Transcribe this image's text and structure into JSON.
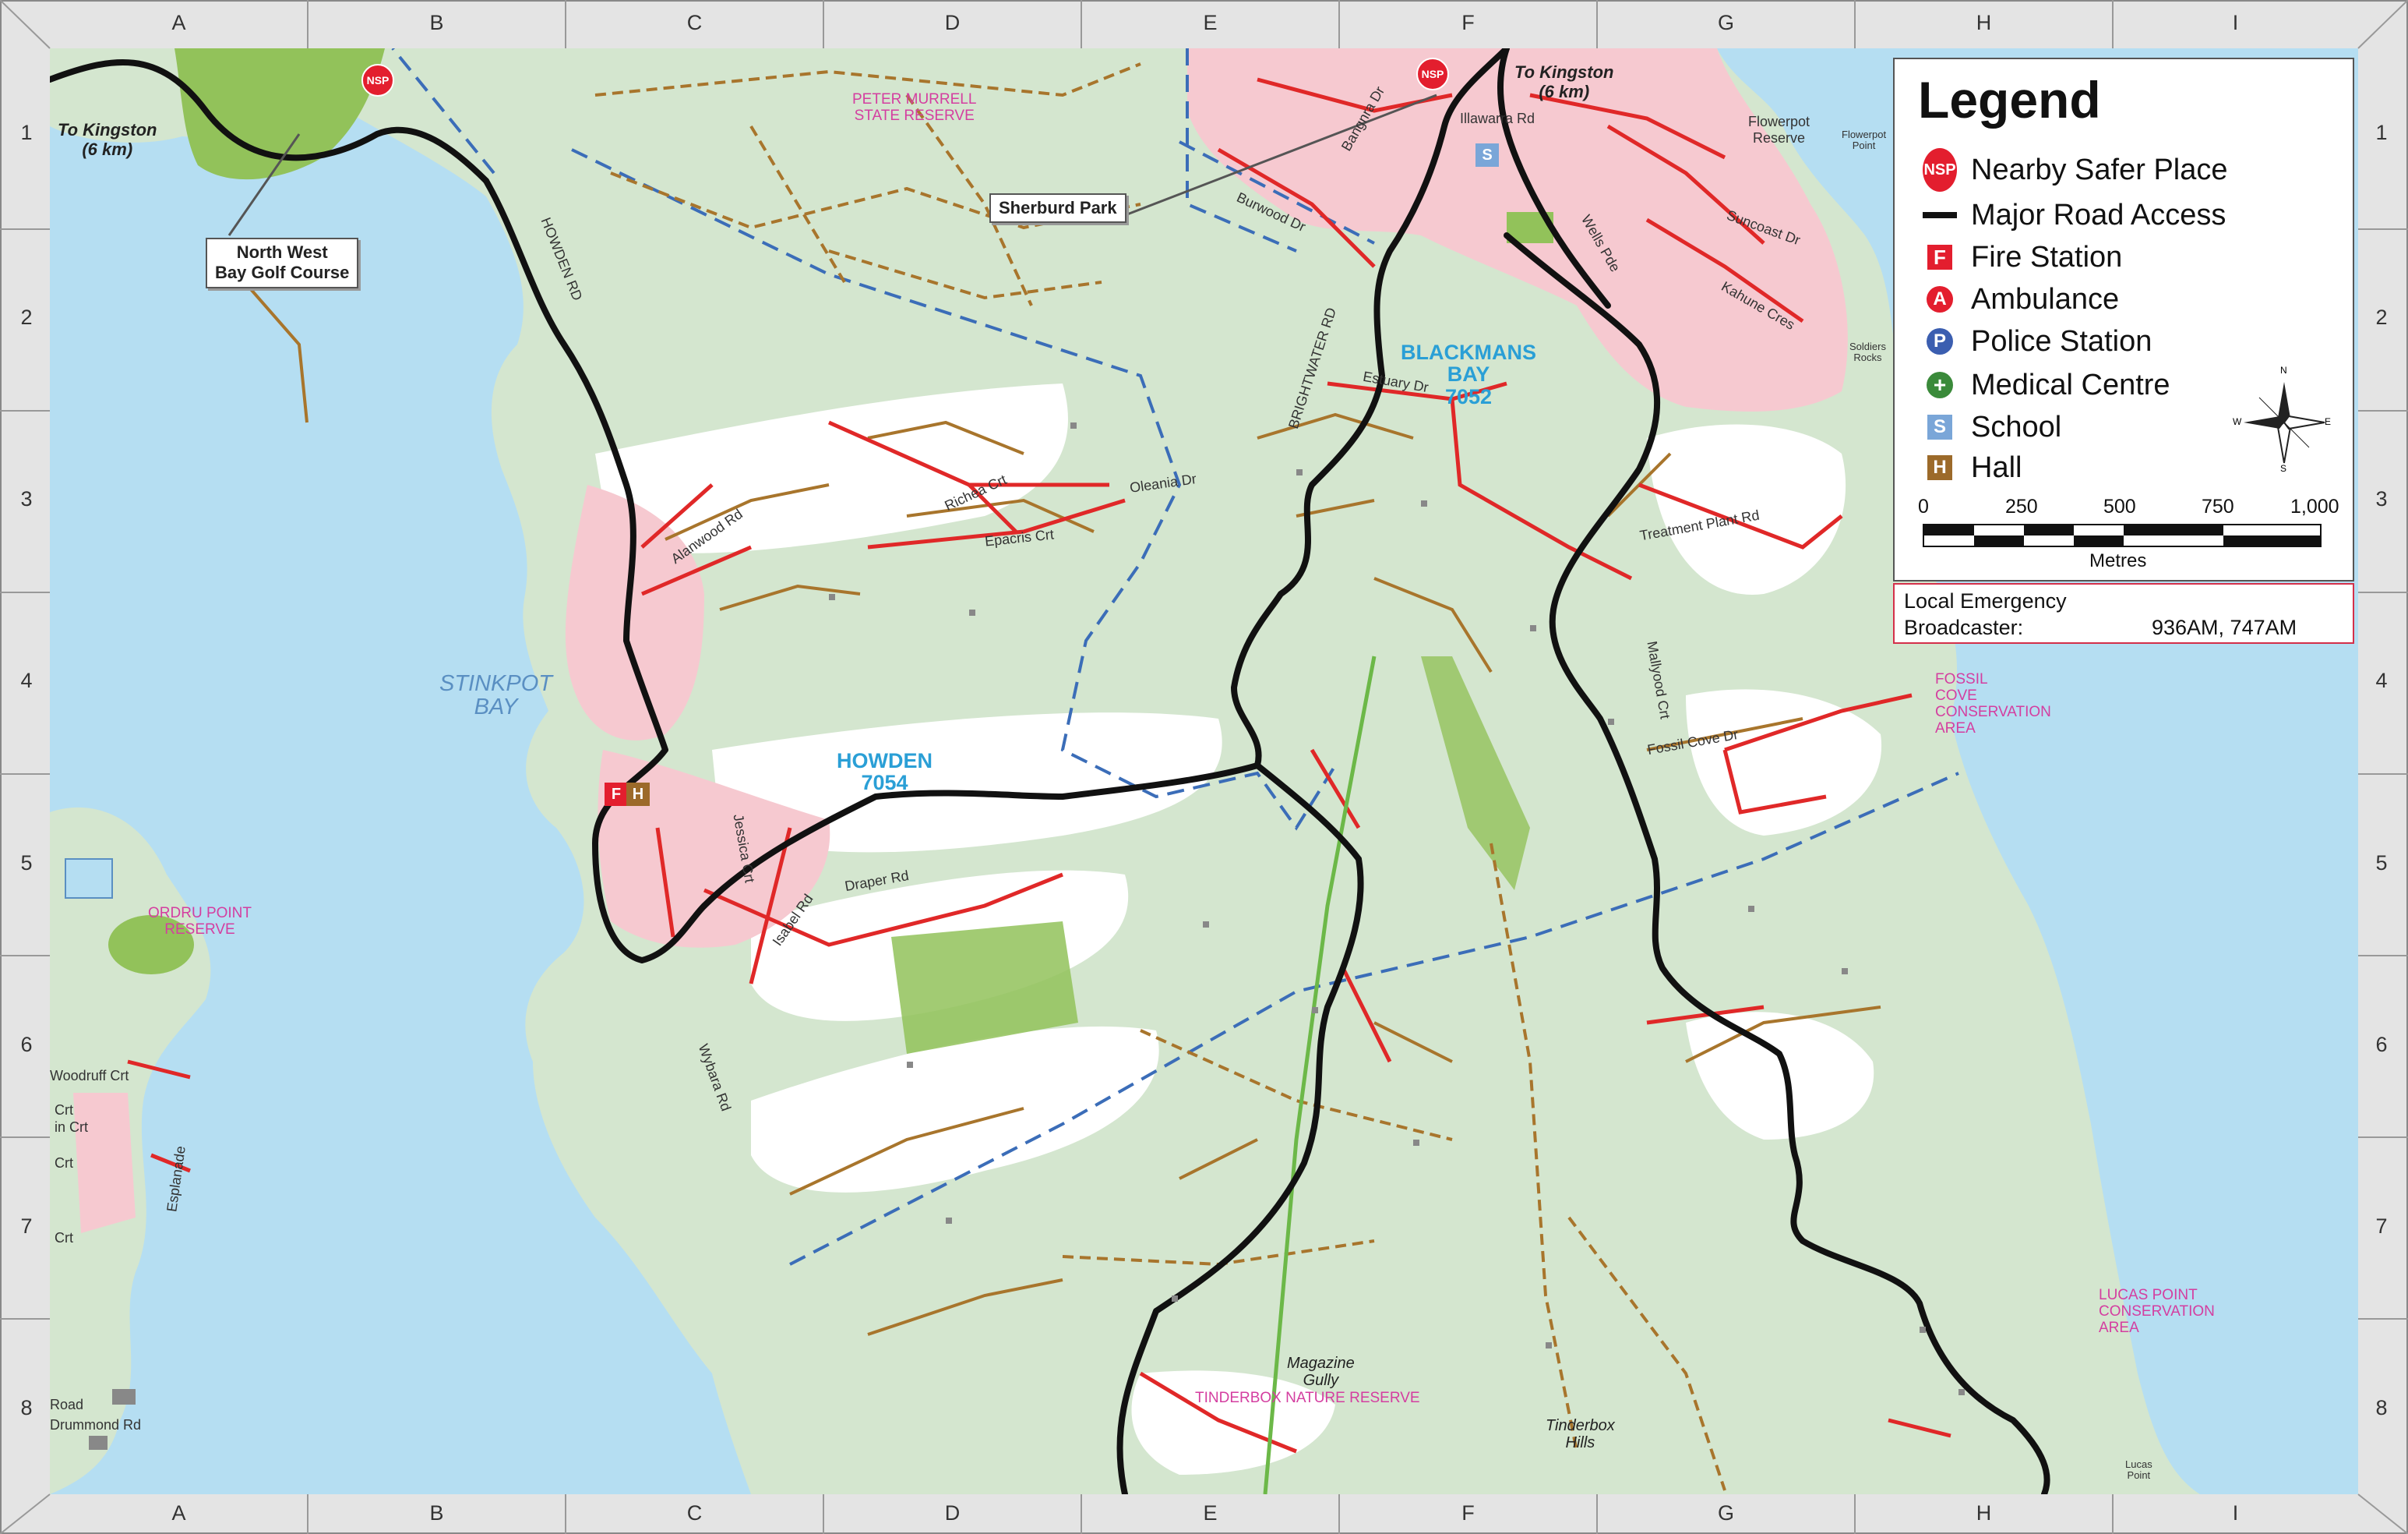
{
  "map": {
    "grid_cols": [
      "A",
      "B",
      "C",
      "D",
      "E",
      "F",
      "G",
      "H",
      "I"
    ],
    "grid_rows": [
      "1",
      "2",
      "3",
      "4",
      "5",
      "6",
      "7",
      "8"
    ],
    "localities": [
      {
        "name": "HOWDEN",
        "code": "7054"
      },
      {
        "name": "BLACKMANS",
        "name2": "BAY",
        "code": "7052"
      }
    ],
    "bay_label": {
      "line1": "STINKPOT",
      "line2": "BAY"
    },
    "reserves": [
      {
        "line1": "PETER MURRELL",
        "line2": "STATE RESERVE"
      },
      {
        "line1": "FOSSIL",
        "line2": "COVE",
        "line3": "CONSERVATION",
        "line4": "AREA"
      },
      {
        "line1": "LUCAS POINT",
        "line2": "CONSERVATION",
        "line3": "AREA"
      },
      {
        "line1": "TINDERBOX NATURE RESERVE"
      },
      {
        "line1": "ORDRU POINT",
        "line2": "RESERVE"
      }
    ],
    "roads": [
      "HOWDEN RD",
      "BRIGHTWATER RD",
      "Alanwood Rd",
      "Richea Crt",
      "Oleania Dr",
      "Epacris Crt",
      "Estuary Dr",
      "Treatment Plant Rd",
      "Mallyood Crt",
      "Fossil Cove Dr",
      "Draper Rd",
      "Isabel Rd",
      "Jessica Crt",
      "Wybara Rd",
      "Burwood Dr",
      "Bangnra Dr",
      "Illawarra Rd",
      "Wells Pde",
      "Suncoast Dr",
      "Kahune Cres",
      "Esplanade",
      "Crt",
      "Crt",
      "Crt",
      "in Crt",
      "Road",
      "Drummond Rd",
      "Woodruff Crt"
    ],
    "places": [
      {
        "line1": "Magazine",
        "line2": "Gully"
      },
      {
        "line1": "Tinderbox",
        "line2": "Hills"
      },
      {
        "line1": "Flowerpot",
        "line2": "Reserve"
      },
      {
        "line1": "Flowerpot",
        "line2": "Point"
      },
      {
        "line1": "Soldiers",
        "line2": "Rocks"
      },
      {
        "line1": "Lucas",
        "line2": "Point"
      }
    ],
    "kingston": {
      "line1": "To Kingston",
      "line2": "(6 km)"
    },
    "callouts": {
      "golf": {
        "line1": "North West",
        "line2": "Bay Golf Course"
      },
      "park": "Sherburd Park"
    },
    "nsp_symbol": "NSP",
    "fire_symbol": "F",
    "hall_symbol": "H",
    "school_symbol": "S",
    "colors": {
      "water": "#b5def2",
      "land": "#d4e6cf",
      "cleared": "#ffffff",
      "urban": "#f6c9d0",
      "park": "#92c25a",
      "major_road": "#111111",
      "local_road": "#e02828",
      "track": "#a8752c",
      "boundary": "#3b6db8"
    }
  },
  "legend": {
    "title": "Legend",
    "items": [
      {
        "icon": "nsp-icon",
        "label": "Nearby Safer Place",
        "symbol": "NSP"
      },
      {
        "icon": "major-road-icon",
        "label": "Major Road Access"
      },
      {
        "icon": "fire-station-icon",
        "label": "Fire Station",
        "symbol": "F"
      },
      {
        "icon": "ambulance-icon",
        "label": "Ambulance",
        "symbol": "A"
      },
      {
        "icon": "police-station-icon",
        "label": "Police Station",
        "symbol": "P"
      },
      {
        "icon": "medical-centre-icon",
        "label": "Medical Centre",
        "symbol": "+"
      },
      {
        "icon": "school-icon",
        "label": "School",
        "symbol": "S"
      },
      {
        "icon": "hall-icon",
        "label": "Hall",
        "symbol": "H"
      }
    ],
    "compass": {
      "n": "N",
      "s": "S",
      "e": "E",
      "w": "W"
    },
    "scale": {
      "ticks": [
        "0",
        "250",
        "500",
        "750",
        "1,000"
      ],
      "unit": "Metres"
    }
  },
  "emergency": {
    "title": "Local Emergency",
    "label": "Broadcaster:",
    "value": "936AM, 747AM"
  }
}
